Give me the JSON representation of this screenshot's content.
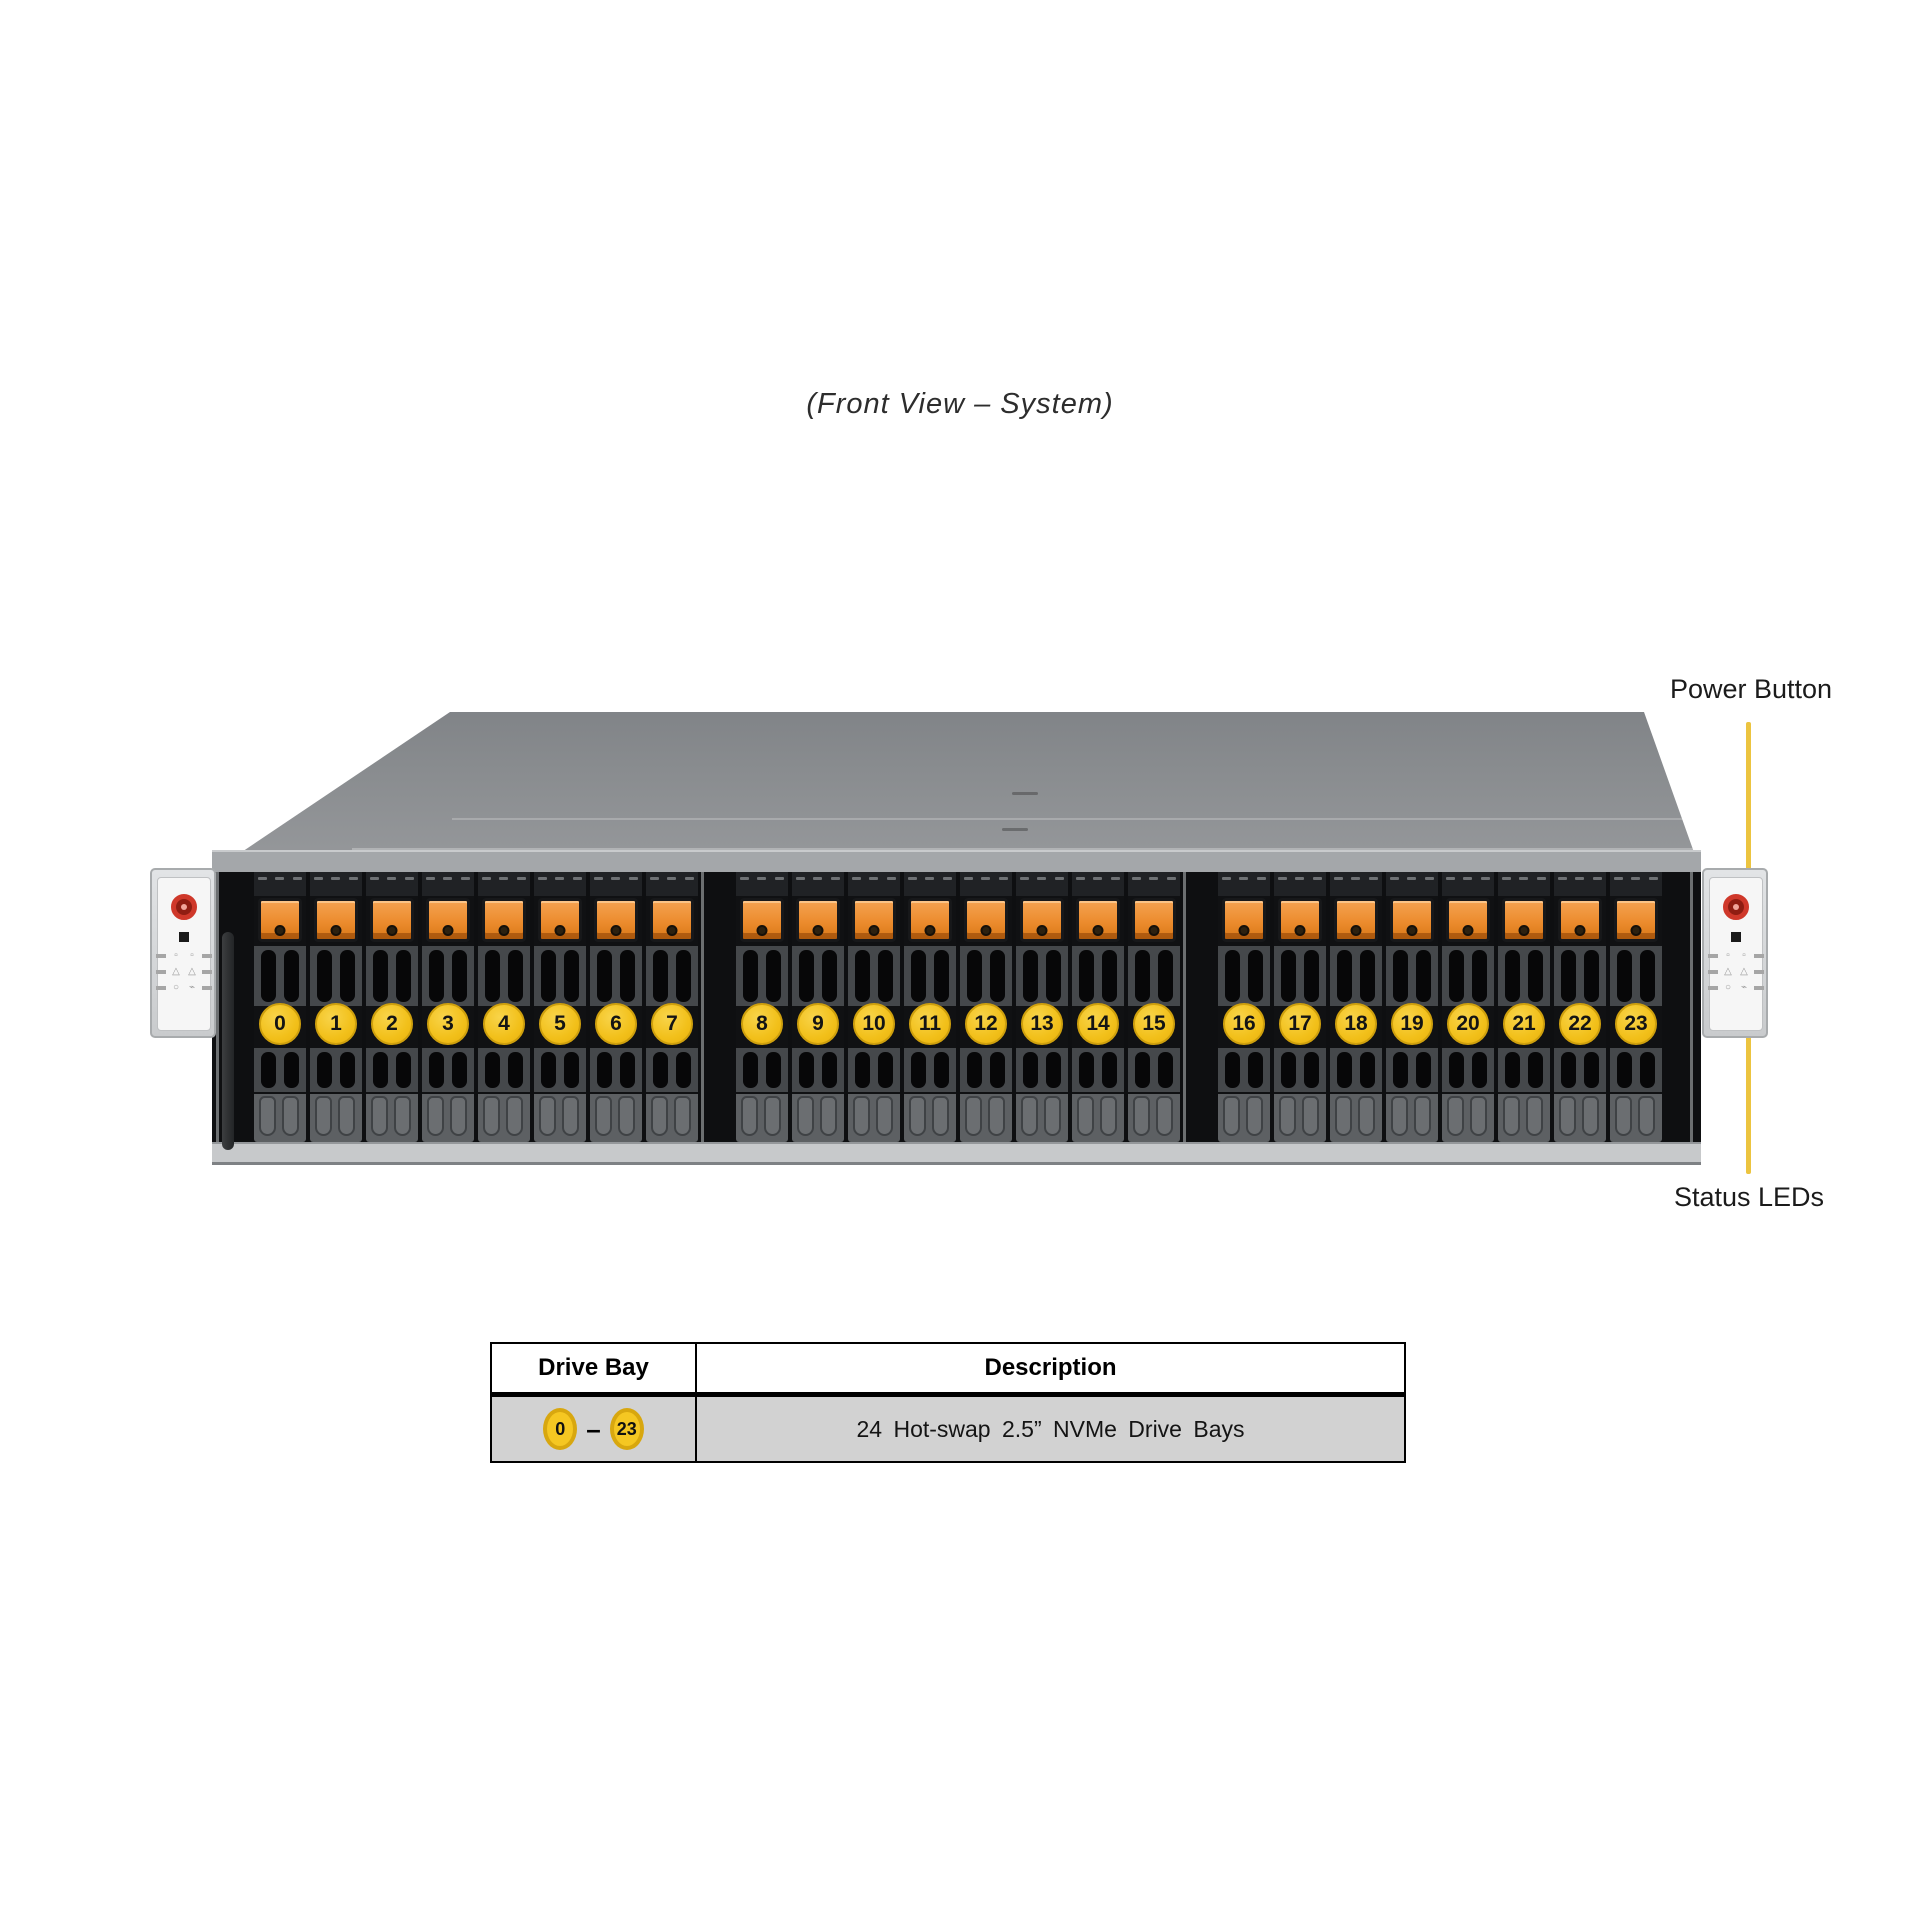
{
  "title": "(Front View – System)",
  "annotations": {
    "power_button": "Power Button",
    "status_leds": "Status LEDs"
  },
  "server": {
    "drive_groups": [
      [
        "0",
        "1",
        "2",
        "3",
        "4",
        "5",
        "6",
        "7"
      ],
      [
        "8",
        "9",
        "10",
        "11",
        "12",
        "13",
        "14",
        "15"
      ],
      [
        "16",
        "17",
        "18",
        "19",
        "20",
        "21",
        "22",
        "23"
      ]
    ],
    "status_led_glyphs": [
      [
        "▫",
        "▫"
      ],
      [
        "△",
        "△"
      ],
      [
        "○",
        "⌁"
      ]
    ]
  },
  "table": {
    "headers": [
      "Drive Bay",
      "Description"
    ],
    "row": {
      "bay_start": "0",
      "range_dash": "–",
      "bay_end": "23",
      "description": "24 Hot-swap 2.5” NVMe Drive Bays"
    }
  },
  "colors": {
    "accent_yellow": "#ecc440",
    "latch_orange": "#ec8c2e",
    "badge_yellow": "#f3c11d",
    "power_red": "#cf382a"
  }
}
